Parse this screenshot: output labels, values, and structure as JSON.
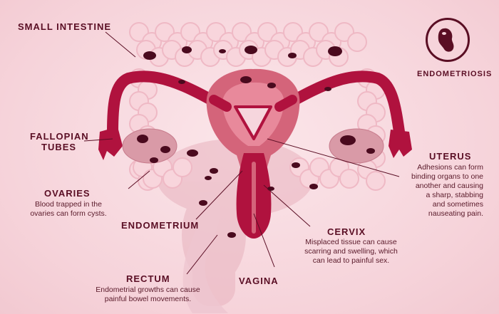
{
  "labels": {
    "small_intestine": "SMALL INTESTINE",
    "fallopian_tubes_1": "FALLOPIAN",
    "fallopian_tubes_2": "TUBES",
    "ovaries": "OVARIES",
    "ovaries_desc": [
      "Blood trapped in the",
      "ovaries can form cysts."
    ],
    "endometrium": "ENDOMETRIUM",
    "rectum": "RECTUM",
    "rectum_desc": [
      "Endometrial growths can cause",
      "painful bowel movements."
    ],
    "vagina": "VAGINA",
    "cervix": "CERVIX",
    "cervix_desc": [
      "Misplaced tissue can cause",
      "scarring and swelling, which",
      "can lead to painful sex."
    ],
    "uterus": "UTERUS",
    "uterus_desc": [
      "Adhesions can form",
      "binding organs to one",
      "another and causing",
      "a sharp, stabbing",
      "and sometimes",
      "nauseating pain."
    ],
    "endometriosis": "ENDOMETRIOSIS"
  },
  "colors": {
    "label_text": "#5a0e24",
    "organ_red": "#b0123e",
    "uterus_pink": "#d4647a",
    "intestine": "#f8d5dc",
    "lesion": "#4a0a1e"
  },
  "icons": {
    "badge": "endometriosis-icon"
  }
}
